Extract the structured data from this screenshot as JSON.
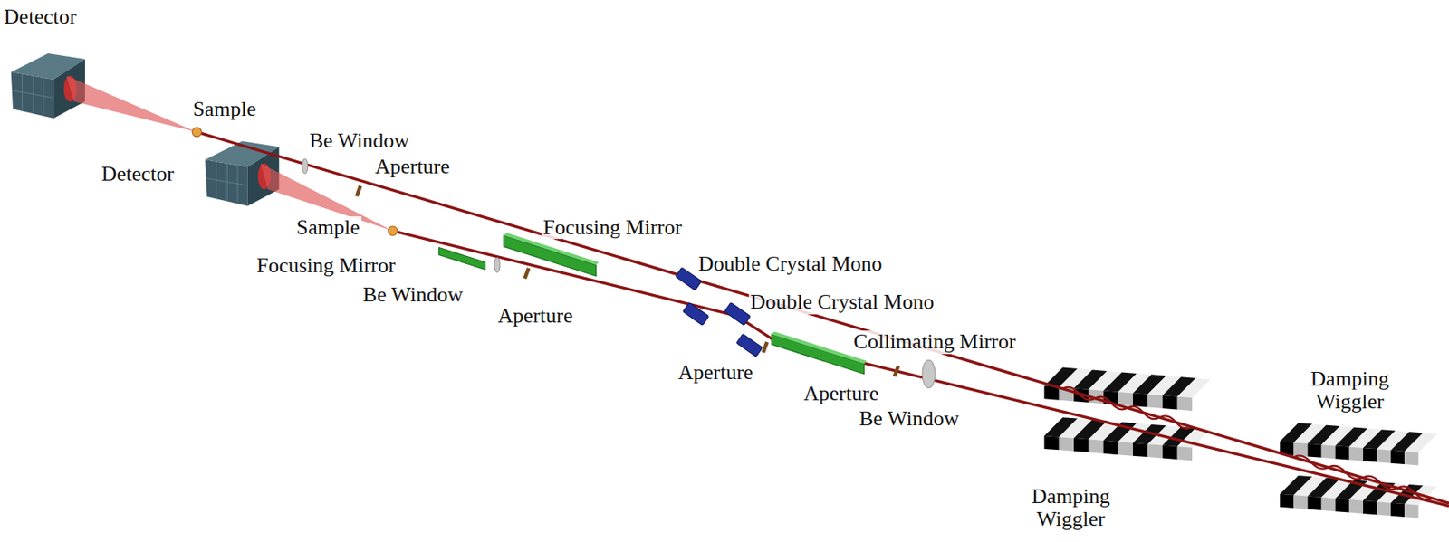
{
  "diagram": {
    "labels": [
      "Detector",
      "Sample",
      "Be Window",
      "Aperture",
      "Detector",
      "Sample",
      "Focusing Mirror",
      "Focusing Mirror",
      "Double Crystal Mono",
      "Double Crystal Mono",
      "Be Window",
      "Aperture",
      "Aperture",
      "Collimating Mirror",
      "Aperture",
      "Be Window",
      "Damping Wiggler",
      "Damping Wiggler"
    ]
  }
}
